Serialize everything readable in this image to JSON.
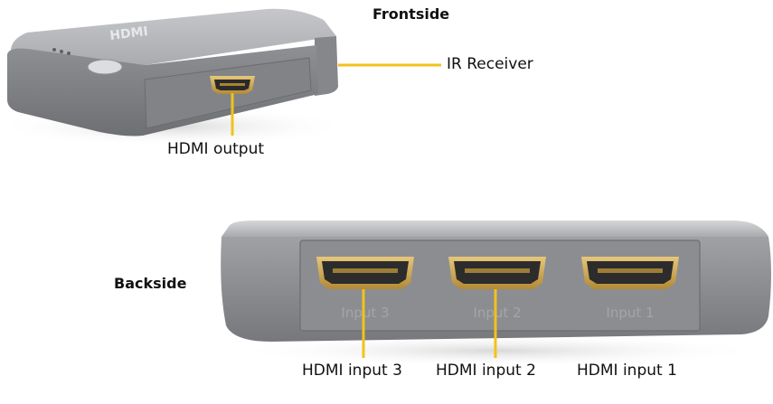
{
  "sections": {
    "front_title": "Frontside",
    "back_title": "Backside"
  },
  "front_device": {
    "logo_text": "HDMI",
    "callouts": {
      "ir_receiver": "IR Receiver",
      "hdmi_output": "HDMI output"
    }
  },
  "back_device": {
    "port_engravings": [
      "Input 3",
      "Input 2",
      "Input 1"
    ],
    "callouts": [
      "HDMI input 3",
      "HDMI input 2",
      "HDMI input 1"
    ]
  },
  "colors": {
    "leader_line": "#f2c21a",
    "body_dark": "#7e8084",
    "body_mid": "#9a9ca0",
    "body_light": "#c9cacc",
    "port_gold": "#d2a84a",
    "port_inner": "#2c2c2c"
  }
}
